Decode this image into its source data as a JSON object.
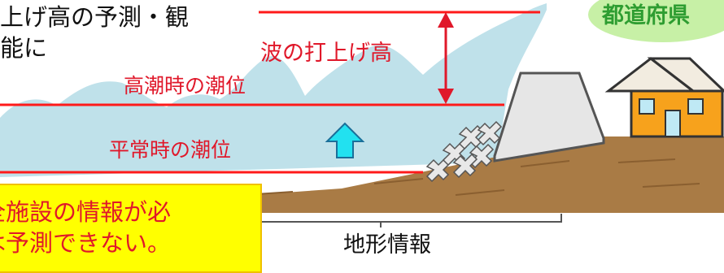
{
  "description_lines": [
    "上げ高の予測・観",
    "能に"
  ],
  "wave_height_label": "波の打上げ高",
  "high_tide_label": "高潮時の潮位",
  "normal_tide_label": "平常時の潮位",
  "prefecture_label": "都道府県",
  "terrain_label": "地形情報",
  "callout_lines": [
    "全施設の情報が必",
    "は予測できない。"
  ],
  "colors": {
    "red_line": "#ff1a1a",
    "label_red": "#e0182a",
    "sea": "#bfe1ea",
    "ground": "#a97b45",
    "arrow_fill": "#22e1f0",
    "prefecture_text": "#2e9d31",
    "prefecture_bubble": "#c7f0a6",
    "callout_bg": "#ffff00",
    "callout_text": "#e0182a"
  },
  "icons": [
    "up-arrow-icon",
    "house-icon",
    "seawall-icon",
    "wave-dissipating-blocks-icon",
    "dimension-arrow-icon"
  ]
}
